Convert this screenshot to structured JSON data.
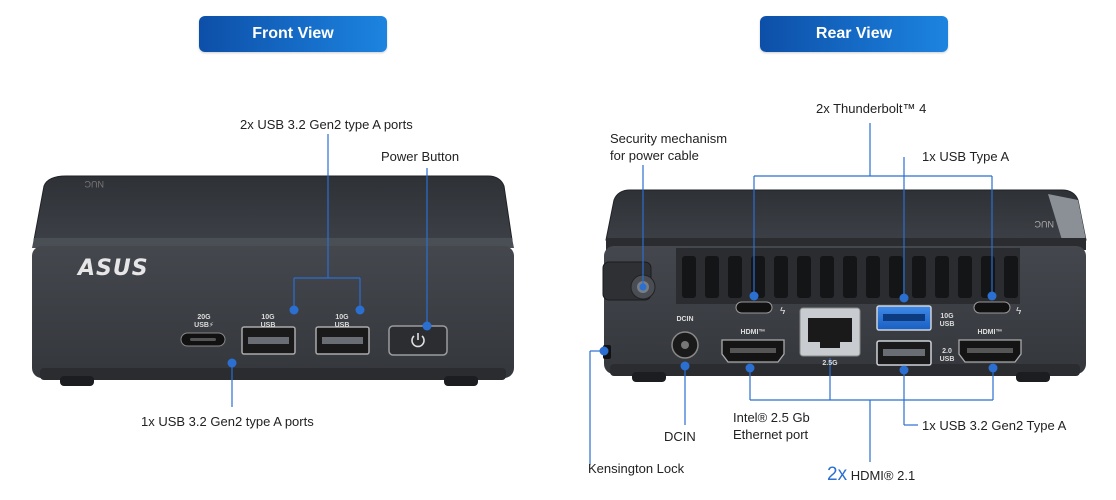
{
  "titles": {
    "front": "Front View",
    "rear": "Rear View"
  },
  "front": {
    "brand": "ASUS",
    "nuc_mark": "NUC",
    "labels": {
      "usb_a_pair": "2x USB 3.2 Gen2 type A ports",
      "power": "Power Button",
      "usb_a_single": "1x USB 3.2 Gen2 type A ports"
    },
    "port_text": {
      "usbc": "20G\nUSB⚡",
      "usb1": "10G\nUSB",
      "usb2": "10G\nUSB"
    }
  },
  "rear": {
    "nuc_mark": "NUC",
    "labels": {
      "thunderbolt": "2x Thunderbolt™ 4",
      "security_1": "Security mechanism",
      "security_2": "for power cable",
      "usb_type_a": "1x  USB Type A",
      "dcin": "DCIN",
      "ethernet_1": "Intel® 2.5 Gb",
      "ethernet_2": "Ethernet port",
      "usb_gen2": "1x USB 3.2 Gen2 Type A",
      "kensington": "Kensington Lock",
      "hdmi_count": "2x",
      "hdmi_text": "HDMI® 2.1"
    },
    "port_text": {
      "dcin": "DCIN",
      "hdmi_left": "HDMI™",
      "hdmi_right": "HDMI™",
      "eth_speed": "2.5G",
      "usb_blue": "10G\nUSB",
      "usb_black": "2.0\nUSB"
    }
  },
  "colors": {
    "accent_start": "#0d4fa8",
    "accent_end": "#1c84e0",
    "callout_line": "#2b6fd1",
    "device_body": "#3a3d42",
    "device_top": "#2b2e33"
  }
}
